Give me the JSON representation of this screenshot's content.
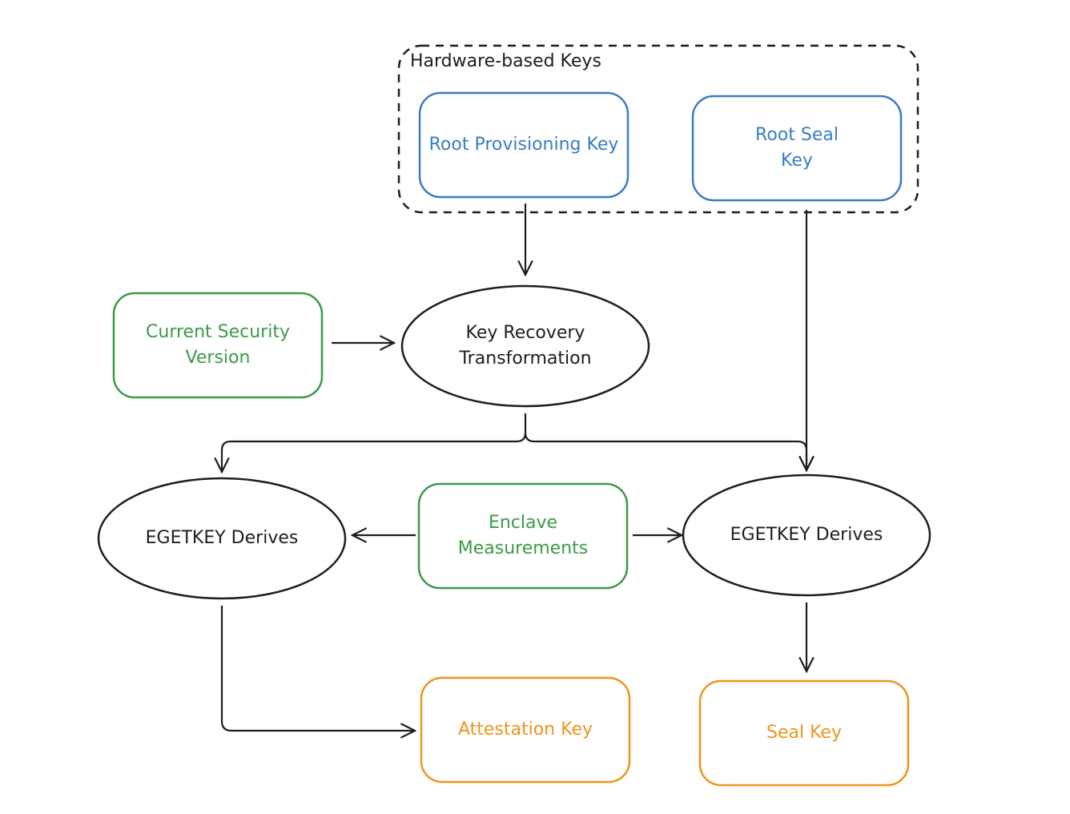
{
  "group": {
    "label": "Hardware-based Keys"
  },
  "nodes": {
    "root_provisioning_key": "Root Provisioning Key",
    "root_seal_key": "Root Seal\nKey",
    "current_security_version": "Current Security\nVersion",
    "key_recovery_transformation": "Key Recovery\nTransformation",
    "egetkey_left": "EGETKEY Derives",
    "enclave_measurements": "Enclave\nMeasurements",
    "egetkey_right": "EGETKEY Derives",
    "attestation_key": "Attestation Key",
    "seal_key": "Seal Key"
  },
  "colors": {
    "hardware_keys": "#3a7cc4",
    "inputs": "#3c9a46",
    "outputs": "#ef9419",
    "process": "#1e1e1e"
  }
}
